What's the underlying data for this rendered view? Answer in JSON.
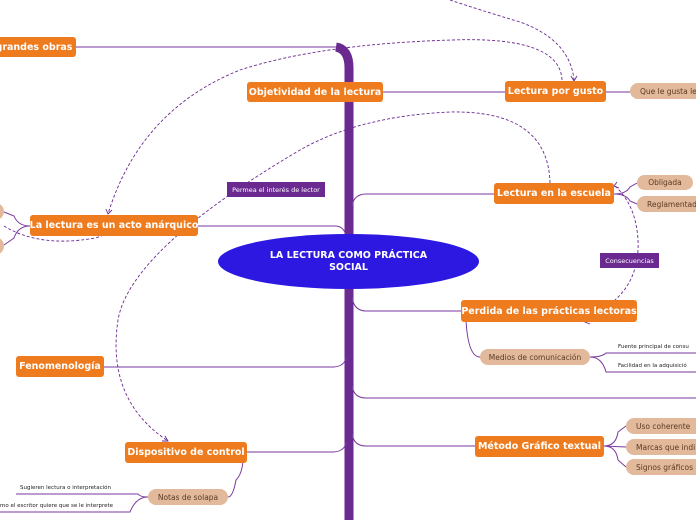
{
  "central_topic": {
    "line1": "LA LECTURA COMO PRÁCTICA",
    "line2": "SOCIAL"
  },
  "topics": {
    "grandes_obras": "grandes obras",
    "objetividad": "Objetividad de la lectura",
    "lectura_por_gusto": "Lectura por gusto",
    "lectura_escuela": "Lectura en la escuela",
    "acto_anarquico": "La lectura es un acto anárquico",
    "perdida_practicas": "Perdida de las prácticas lectoras",
    "fenomenologia": "Fenomenología",
    "dispositivo_control": "Dispositivo de control",
    "metodo_grafico": "Método Gráfico textual"
  },
  "subtopics": {
    "que_le_gusta": "Que le gusta le",
    "obligada": "Obligada",
    "reglamentada": "Reglamentad",
    "medios_comunicacion": "Medios de comunicación",
    "notas_solapa": "Notas de solapa",
    "uso_coherente": "Uso coherente",
    "marcas_indi": "Marcas que indi",
    "signos_graficos": "Signos gráficos"
  },
  "relationship_labels": {
    "permea": "Permea el interés de lector",
    "consecuencias": "Consecuencias"
  },
  "leaves": {
    "fuente_principal": "Fuente principal de consu",
    "facilidad": "Facilidad en la adquisició",
    "sugieren": "Sugieren lectura o interpretación",
    "como_escritor": "mo el escritor quiere que se le interprete"
  },
  "colors": {
    "central": "#2c18e0",
    "main_topic": "#ee7b1d",
    "subtopic": "#e3b99b",
    "branch": "#6a2a90",
    "relationship": "#6a2a90"
  }
}
